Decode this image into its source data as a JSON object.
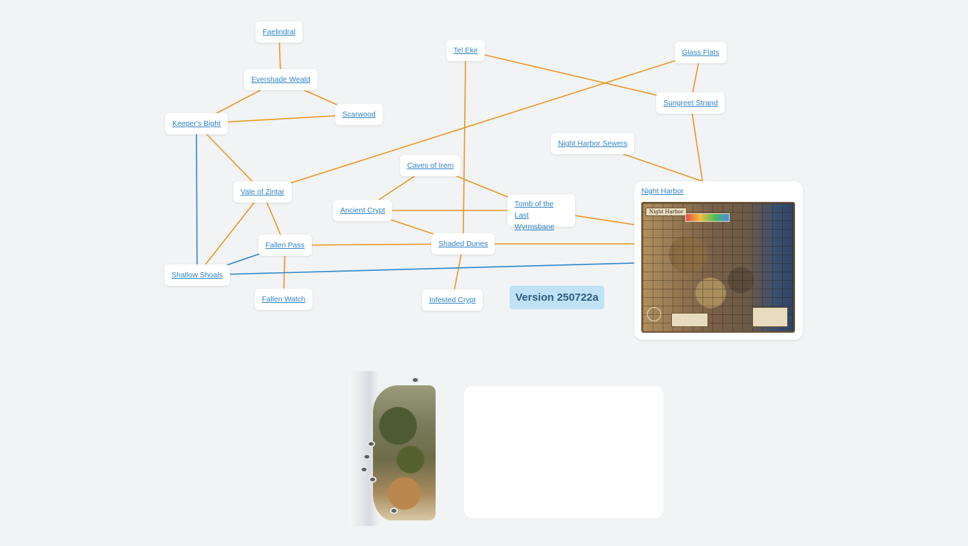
{
  "nodes": [
    {
      "id": "faelindral",
      "label": "Faelindral"
    },
    {
      "id": "evershade",
      "label": "Evershade Weald"
    },
    {
      "id": "scarwood",
      "label": "Scarwood"
    },
    {
      "id": "keepers",
      "label": "Keeper's Bight"
    },
    {
      "id": "vale",
      "label": "Vale of Zintar"
    },
    {
      "id": "fallen_pass",
      "label": "Fallen Pass"
    },
    {
      "id": "fallen_watch",
      "label": "Fallen Watch"
    },
    {
      "id": "shallow",
      "label": "Shallow Shoals"
    },
    {
      "id": "caves",
      "label": "Caves of Irem"
    },
    {
      "id": "ancient",
      "label": "Ancient Crypt"
    },
    {
      "id": "tomb",
      "label": "Tomb of the Last Wyrmsbane"
    },
    {
      "id": "shaded",
      "label": "Shaded Dunes"
    },
    {
      "id": "infested",
      "label": "Infested Crypt"
    },
    {
      "id": "tel_ekir",
      "label": "Tel Ekir"
    },
    {
      "id": "glass",
      "label": "Glass Flats"
    },
    {
      "id": "sungreet",
      "label": "Sungreet Strand"
    },
    {
      "id": "sewers",
      "label": "Night Harbor Sewers"
    },
    {
      "id": "night_harbor",
      "label": "Night Harbor"
    }
  ],
  "map_card": {
    "title": "Night Harbor",
    "map_label": "Night Harbor"
  },
  "version": "Version 250722a",
  "edges": [
    {
      "from": "faelindral",
      "to": "evershade",
      "kind": "land"
    },
    {
      "from": "evershade",
      "to": "keepers",
      "kind": "land"
    },
    {
      "from": "evershade",
      "to": "scarwood",
      "kind": "land"
    },
    {
      "from": "keepers",
      "to": "scarwood",
      "kind": "land"
    },
    {
      "from": "keepers",
      "to": "vale",
      "kind": "land"
    },
    {
      "from": "keepers",
      "to": "shallow",
      "kind": "sea"
    },
    {
      "from": "vale",
      "to": "glass",
      "kind": "land"
    },
    {
      "from": "vale",
      "to": "fallen_pass",
      "kind": "land"
    },
    {
      "from": "vale",
      "to": "shallow",
      "kind": "land"
    },
    {
      "from": "fallen_pass",
      "to": "shallow",
      "kind": "sea"
    },
    {
      "from": "fallen_pass",
      "to": "fallen_watch",
      "kind": "land"
    },
    {
      "from": "fallen_pass",
      "to": "shaded",
      "kind": "land"
    },
    {
      "from": "caves",
      "to": "ancient",
      "kind": "land"
    },
    {
      "from": "caves",
      "to": "tomb",
      "kind": "land"
    },
    {
      "from": "ancient",
      "to": "tomb",
      "kind": "land"
    },
    {
      "from": "ancient",
      "to": "shaded",
      "kind": "land"
    },
    {
      "from": "tel_ekir",
      "to": "shaded",
      "kind": "land"
    },
    {
      "from": "tel_ekir",
      "to": "sungreet",
      "kind": "land"
    },
    {
      "from": "glass",
      "to": "sungreet",
      "kind": "land"
    },
    {
      "from": "sungreet",
      "to": "night_harbor",
      "kind": "land"
    },
    {
      "from": "sewers",
      "to": "night_harbor",
      "kind": "land"
    },
    {
      "from": "tomb",
      "to": "night_harbor",
      "kind": "land"
    },
    {
      "from": "shaded",
      "to": "night_harbor",
      "kind": "land"
    },
    {
      "from": "shaded",
      "to": "infested",
      "kind": "land"
    },
    {
      "from": "shallow",
      "to": "night_harbor",
      "kind": "sea"
    }
  ],
  "colors": {
    "land_route": "#e8981f",
    "sea_route": "#2e86c8",
    "link": "#2d83c7",
    "background": "#f1f3f5"
  }
}
